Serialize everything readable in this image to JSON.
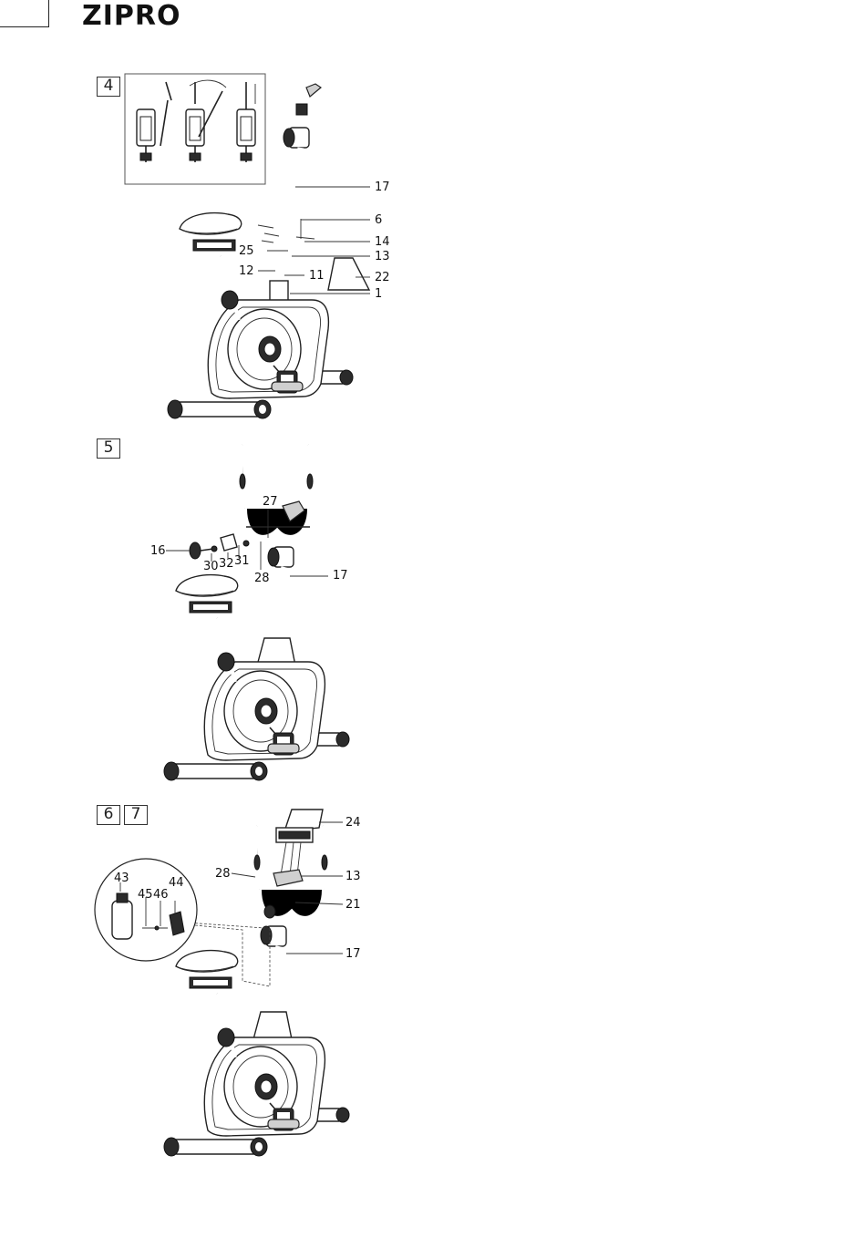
{
  "header": {
    "logo": "ZIPRO"
  },
  "steps": [
    {
      "numbers": [
        "4"
      ],
      "labels": [
        "17",
        "6",
        "14",
        "25",
        "13",
        "12",
        "11",
        "22",
        "1"
      ]
    },
    {
      "numbers": [
        "5"
      ],
      "labels": [
        "27",
        "16",
        "30",
        "32",
        "31",
        "28",
        "17"
      ]
    },
    {
      "numbers": [
        "6",
        "7"
      ],
      "labels": [
        "24",
        "28",
        "13",
        "21",
        "17",
        "43",
        "45",
        "46",
        "44"
      ]
    }
  ]
}
